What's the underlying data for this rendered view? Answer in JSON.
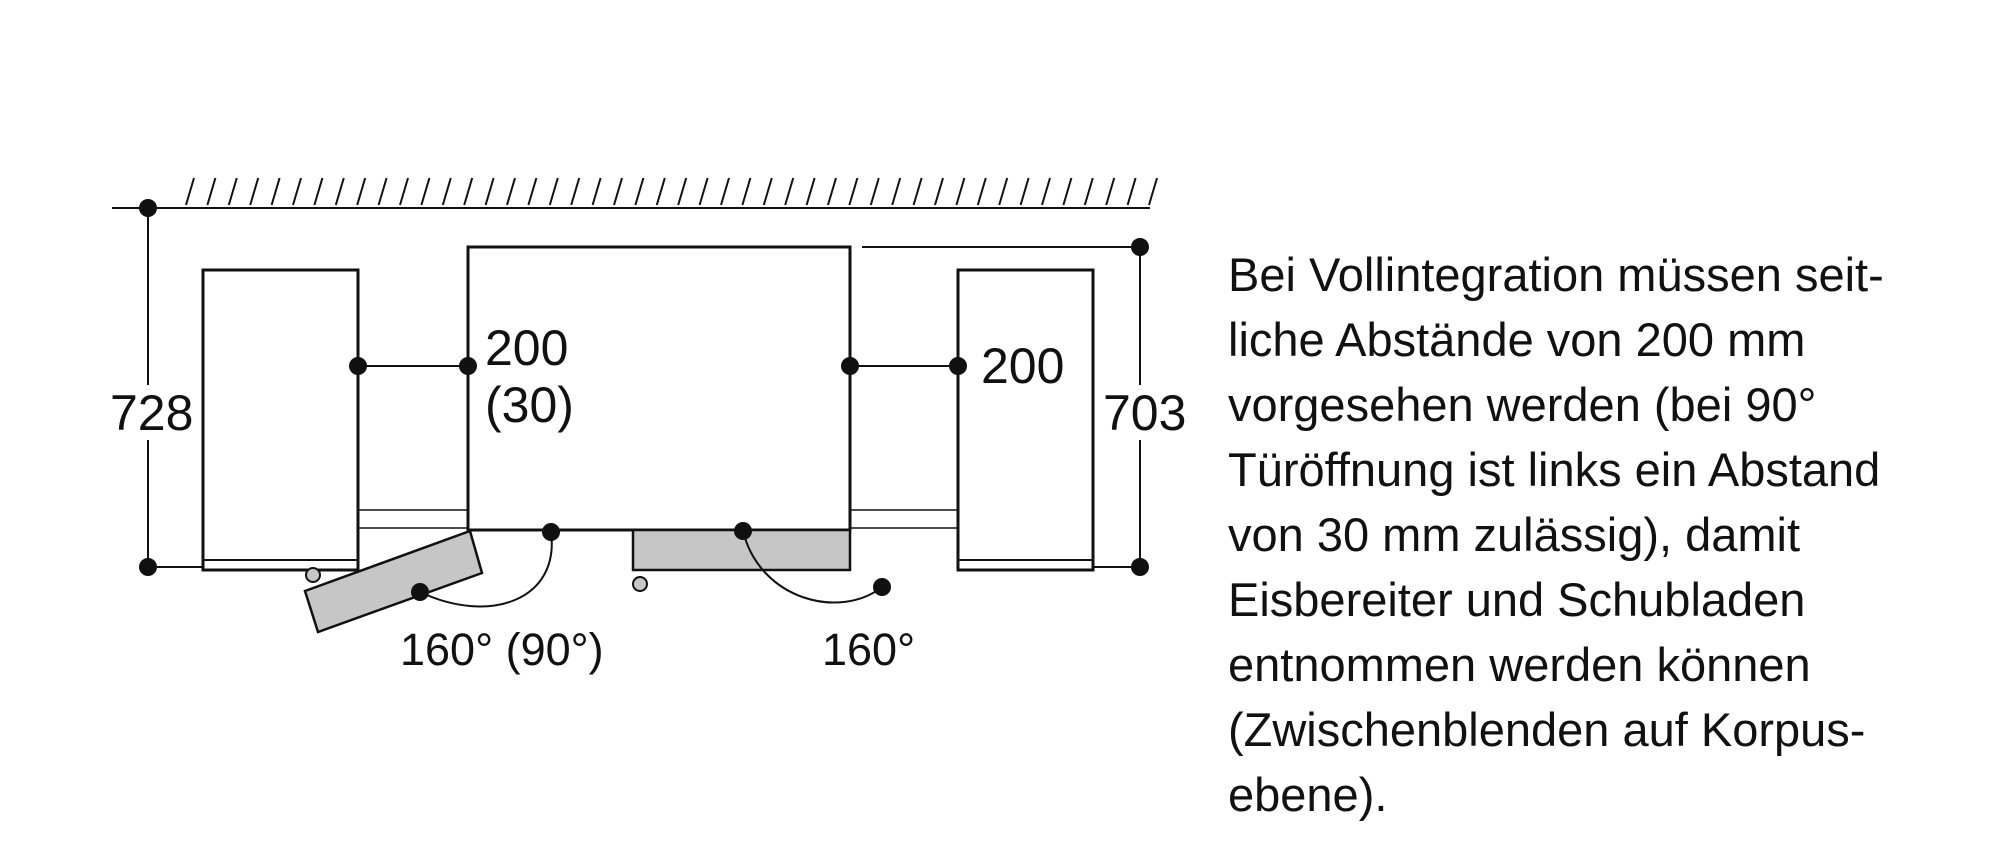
{
  "dimensions": {
    "left_depth": "728",
    "right_depth": "703",
    "left_gap": "200",
    "left_gap_alt": "(30)",
    "right_gap": "200"
  },
  "angles": {
    "left_door": "160° (90°)",
    "right_door": "160°"
  },
  "note": {
    "lines": [
      "Bei Vollintegration müssen seit-",
      "liche Abstände von 200 mm",
      "vorgesehen werden (bei 90°",
      "Türöffnung ist links ein Abstand",
      "von 30 mm zulässig), damit",
      "Eisbereiter und Schubladen",
      "entnommen werden können",
      "(Zwischenblenden auf Korpus-",
      "ebene)."
    ]
  },
  "colors": {
    "line": "#111111",
    "door_fill": "#c6c6c6"
  }
}
